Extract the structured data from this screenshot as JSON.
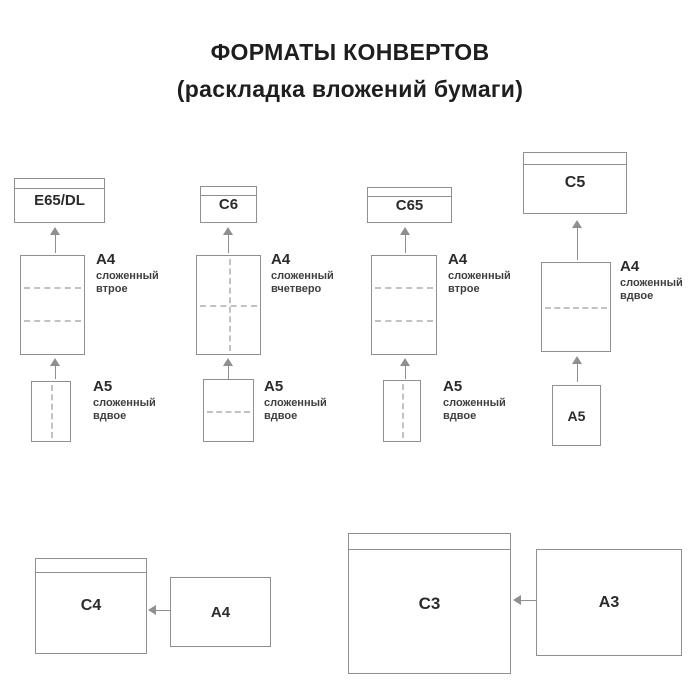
{
  "title": {
    "line1": "ФОРМАТЫ КОНВЕРТОВ",
    "line2": "(раскладка вложений бумаги)"
  },
  "columns": [
    {
      "envelope_label": "E65/DL",
      "a4": {
        "label": "A4",
        "sub1": "сложенный",
        "sub2": "втрое"
      },
      "a5": {
        "label": "A5",
        "sub1": "сложенный",
        "sub2": "вдвое"
      }
    },
    {
      "envelope_label": "C6",
      "a4": {
        "label": "A4",
        "sub1": "сложенный",
        "sub2": "вчетверо"
      },
      "a5": {
        "label": "A5",
        "sub1": "сложенный",
        "sub2": "вдвое"
      }
    },
    {
      "envelope_label": "C65",
      "a4": {
        "label": "A4",
        "sub1": "сложенный",
        "sub2": "втрое"
      },
      "a5": {
        "label": "A5",
        "sub1": "сложенный",
        "sub2": "вдвое"
      }
    },
    {
      "envelope_label": "C5",
      "a4": {
        "label": "A4",
        "sub1": "сложенный",
        "sub2": "вдвое"
      },
      "a5": {
        "label": "A5"
      }
    }
  ],
  "bottom": [
    {
      "envelope_label": "C4",
      "sheet_label": "A4"
    },
    {
      "envelope_label": "C3",
      "sheet_label": "A3"
    }
  ],
  "colors": {
    "line": "#8f8f8f",
    "fold_dash": "#c2c2c2",
    "text": "#2b2b2b",
    "title": "#1e1e1e",
    "background": "#ffffff"
  }
}
